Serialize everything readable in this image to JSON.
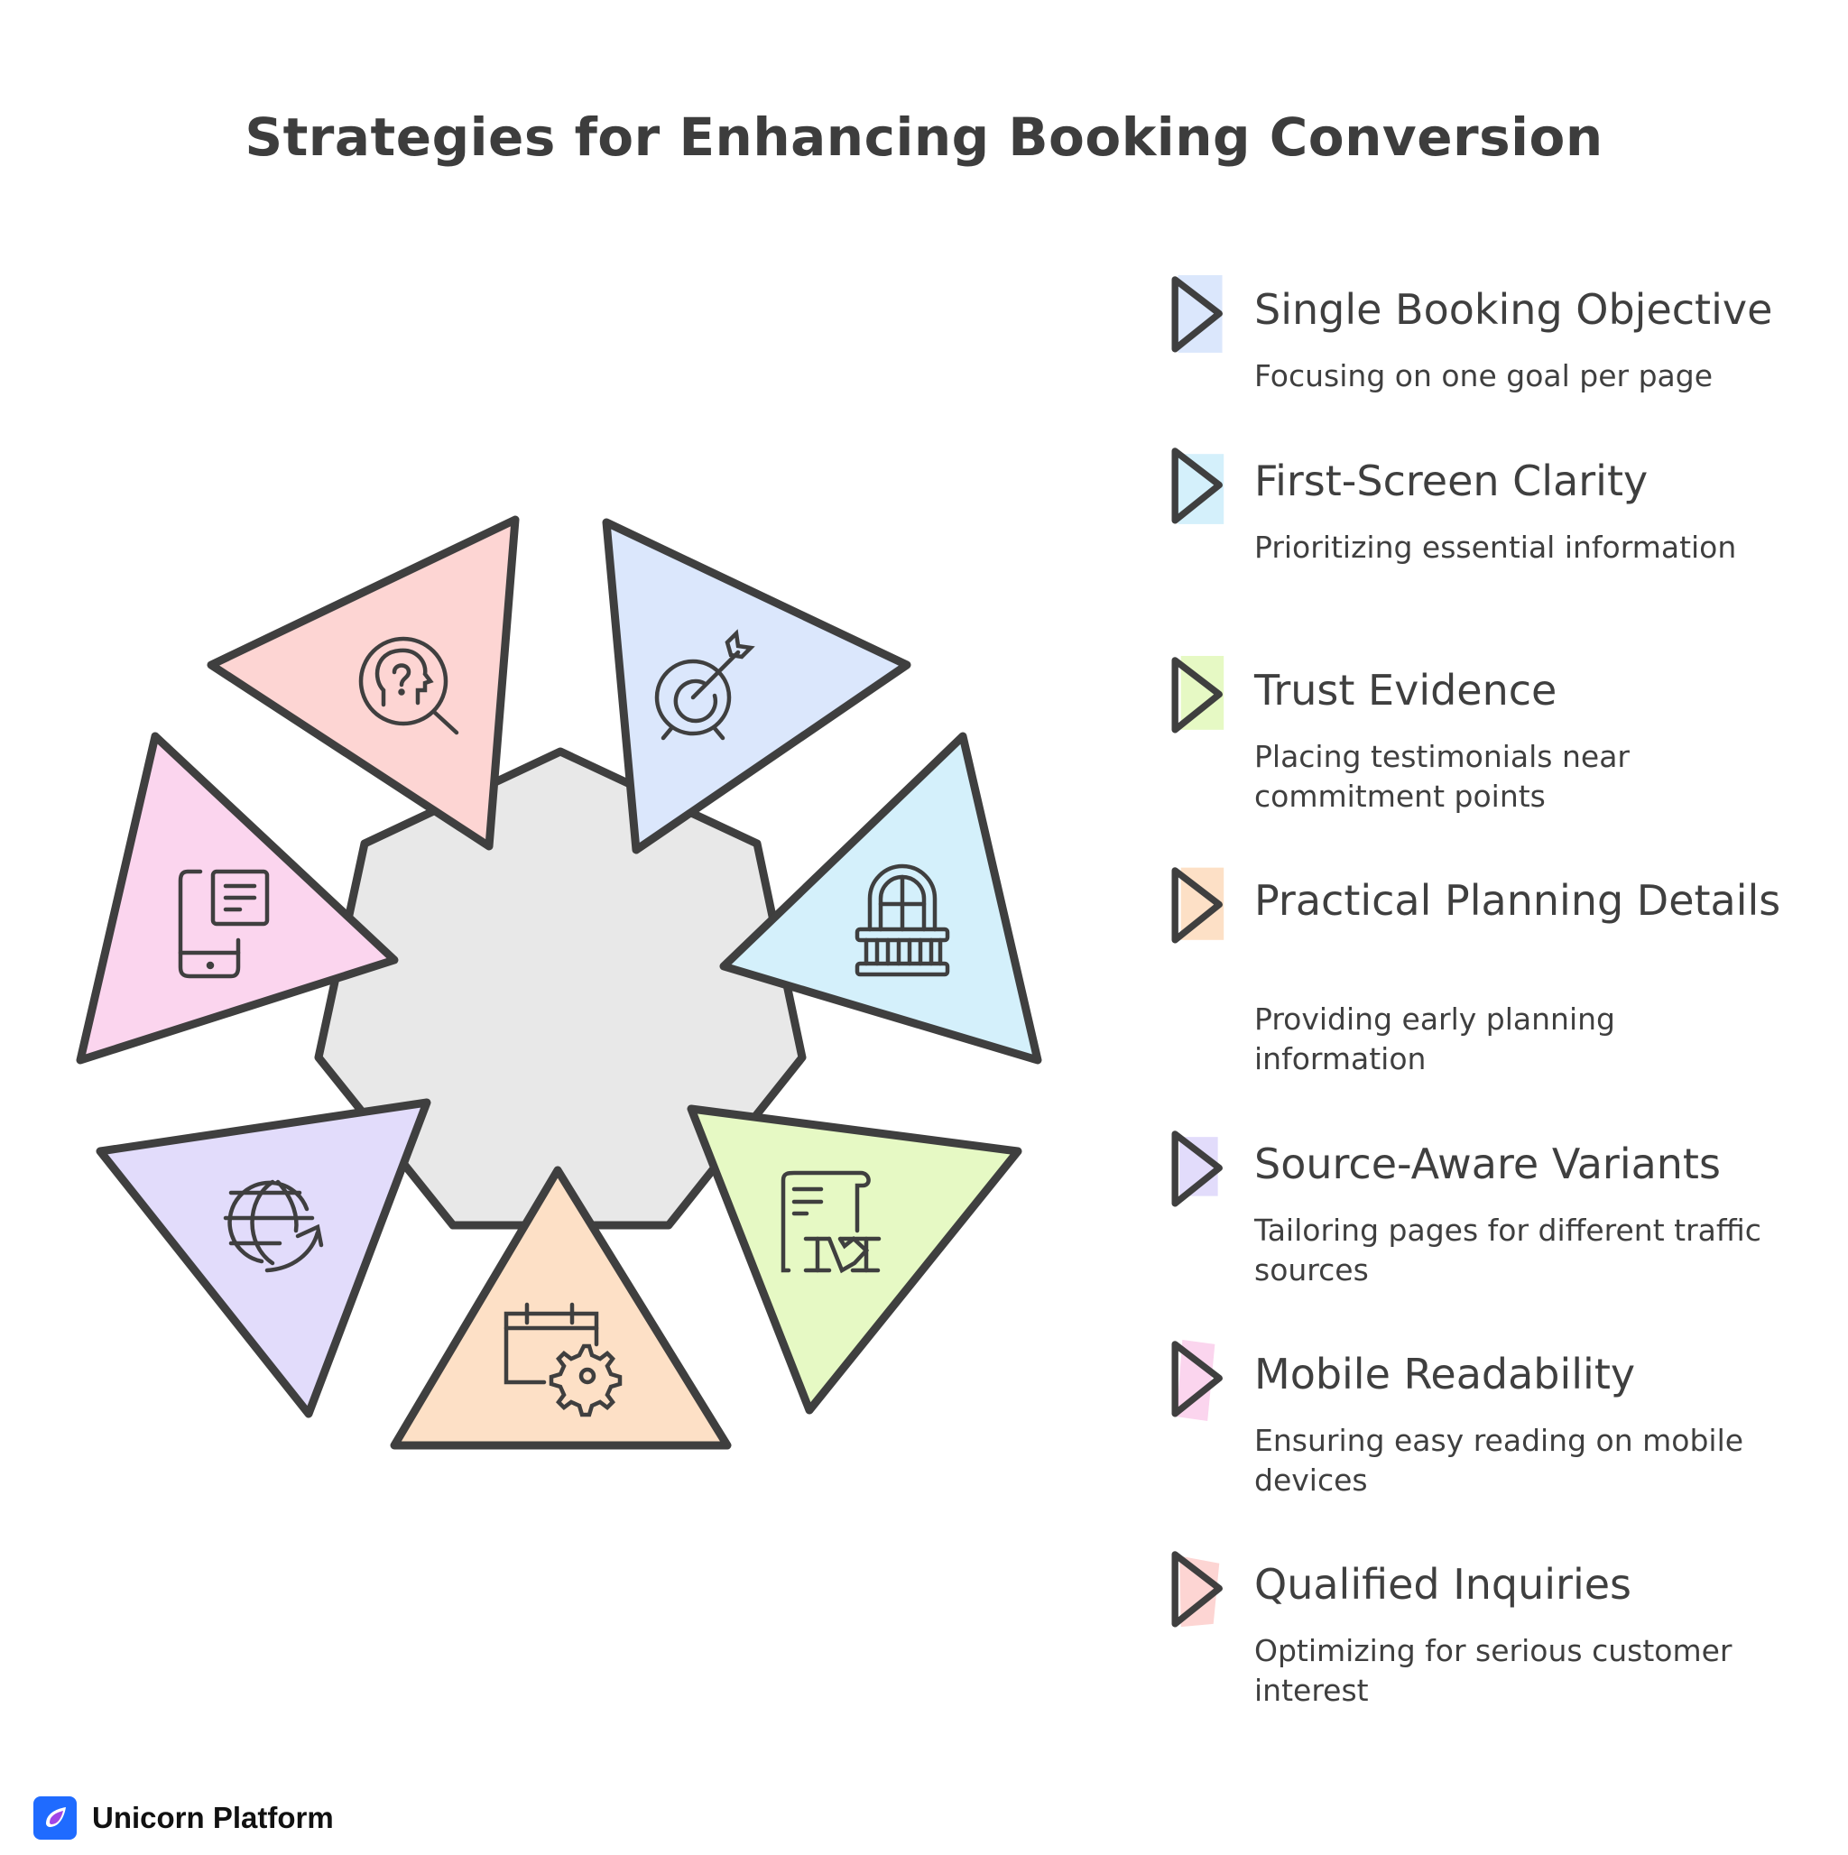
{
  "title": "Strategies for Enhancing Booking Conversion",
  "colors": {
    "stroke": "#3f3f3f",
    "center": "#e8e8e8",
    "red": "#fdd5d3",
    "blue": "#dbe7fc",
    "cyan": "#d4f0fb",
    "green": "#e6f9c4",
    "orange": "#fde0c6",
    "purple": "#e2dcfb",
    "pink": "#fbd5ee"
  },
  "diagram": {
    "center_shape": "octagon",
    "segments": [
      {
        "id": "qualified-inquiries",
        "icon": "head-question-search-icon",
        "color": "#fdd5d3"
      },
      {
        "id": "single-booking-objective",
        "icon": "target-arrow-icon",
        "color": "#dbe7fc"
      },
      {
        "id": "first-screen-clarity",
        "icon": "balcony-window-icon",
        "color": "#d4f0fb"
      },
      {
        "id": "trust-evidence",
        "icon": "contract-handshake-icon",
        "color": "#e6f9c4"
      },
      {
        "id": "practical-planning-details",
        "icon": "calendar-gear-icon",
        "color": "#fde0c6"
      },
      {
        "id": "source-aware-variants",
        "icon": "globe-arrow-icon",
        "color": "#e2dcfb"
      },
      {
        "id": "mobile-readability",
        "icon": "mobile-document-icon",
        "color": "#fbd5ee"
      }
    ]
  },
  "items": [
    {
      "label": "Single Booking Objective",
      "desc": "Focusing on one goal per page",
      "color": "#dbe7fc"
    },
    {
      "label": "First-Screen Clarity",
      "desc": "Prioritizing essential information",
      "color": "#d4f0fb"
    },
    {
      "label": "Trust Evidence",
      "desc": "Placing testimonials near commitment points",
      "color": "#e6f9c4"
    },
    {
      "label": "Practical Planning Details",
      "desc": "Providing early planning information",
      "color": "#fde0c6"
    },
    {
      "label": "Source-Aware Variants",
      "desc": "Tailoring pages for different traffic sources",
      "color": "#e2dcfb"
    },
    {
      "label": "Mobile Readability",
      "desc": "Ensuring easy reading on mobile devices",
      "color": "#fbd5ee"
    },
    {
      "label": "Qualified Inquiries",
      "desc": "Optimizing for serious customer interest",
      "color": "#fdd5d3"
    }
  ],
  "brand": {
    "name": "Unicorn Platform",
    "logo_color": "#1f6bff",
    "drop_color": "#a046e6"
  }
}
